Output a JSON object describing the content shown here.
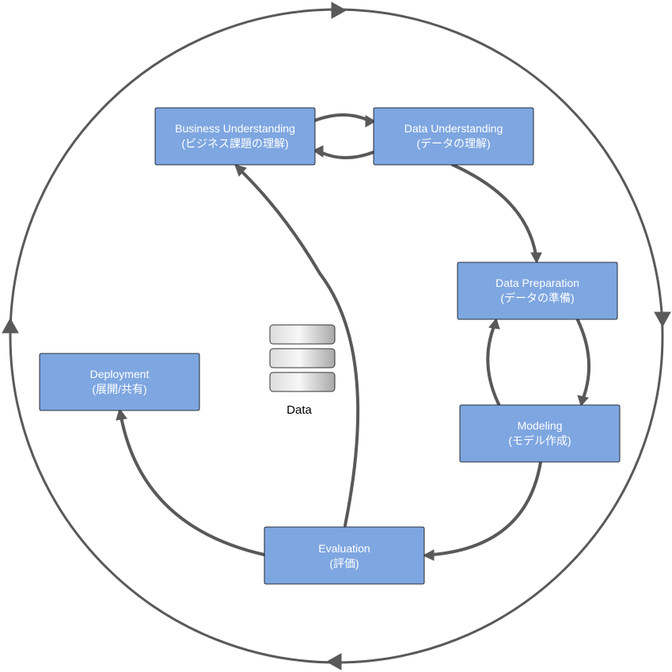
{
  "colors": {
    "box_fill": "#7ea6e0",
    "box_text": "#ffffff",
    "arrow": "#595959"
  },
  "boxes": {
    "business": {
      "line1": "Business Understanding",
      "line2": "(ビジネス課題の理解)"
    },
    "data_understanding": {
      "line1": "Data Understanding",
      "line2": "(データの理解)"
    },
    "data_preparation": {
      "line1": "Data Preparation",
      "line2": "(データの準備)"
    },
    "modeling": {
      "line1": "Modeling",
      "line2": "(モデル作成)"
    },
    "evaluation": {
      "line1": "Evaluation",
      "line2": "(評価)"
    },
    "deployment": {
      "line1": "Deployment",
      "line2": "(展開/共有)"
    }
  },
  "data_store": {
    "label": "Data",
    "icon": "database-icon"
  }
}
